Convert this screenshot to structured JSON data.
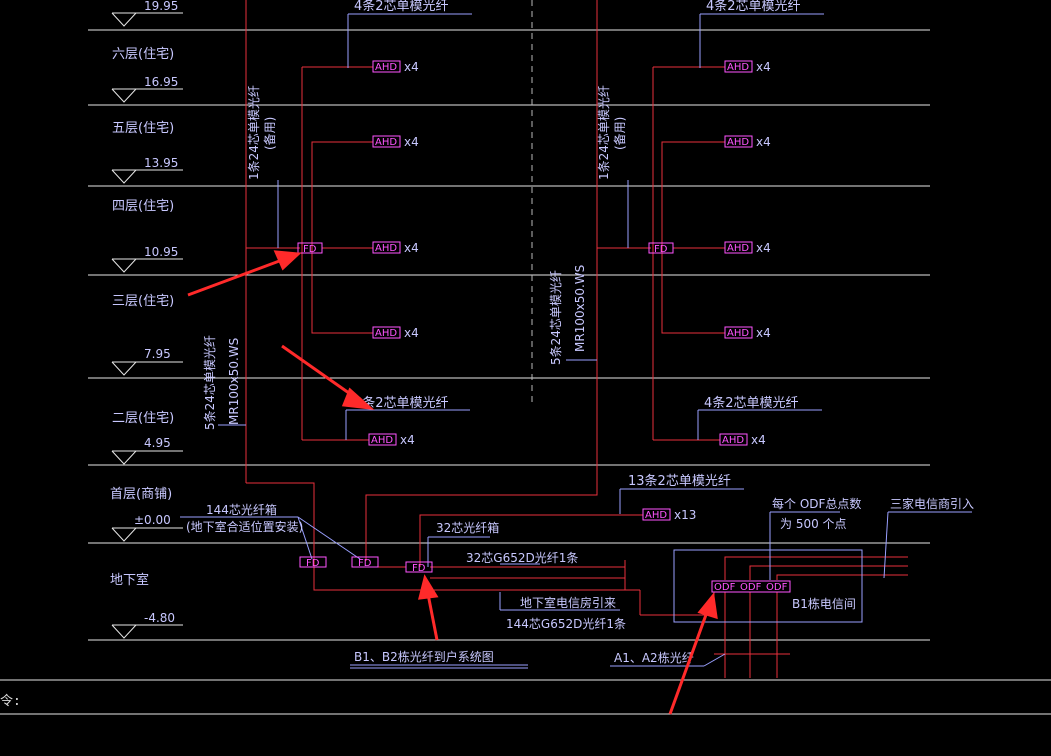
{
  "floors": [
    {
      "name": "",
      "elevation": "19.95"
    },
    {
      "name": "六层(住宅)",
      "elevation": "16.95"
    },
    {
      "name": "五层(住宅)",
      "elevation": "13.95"
    },
    {
      "name": "四层(住宅)",
      "elevation": "10.95"
    },
    {
      "name": "三层(住宅)",
      "elevation": "7.95"
    },
    {
      "name": "二层(住宅)",
      "elevation": "4.95"
    },
    {
      "name": "首层(商铺)",
      "elevation": "±0.00"
    },
    {
      "name": "地下室",
      "elevation": "-4.80"
    }
  ],
  "labels": {
    "riser_left": "1条24芯单模光纤",
    "riser_left_note": "(备用)",
    "riser_right": "1条24芯单模光纤",
    "riser_right_note": "(备用)",
    "trunk_left": "5条24芯单模光纤",
    "trunk_left_conduit": "MR100x50.WS",
    "trunk_mid": "5条24芯单模光纤",
    "trunk_mid_conduit": "MR100x50.WS",
    "top_left_fiber": "4条2芯单模光纤",
    "top_right_fiber": "4条2芯单模光纤",
    "mid_left_fiber": "4条2芯单模光纤",
    "mid_right_fiber": "4条2芯单模光纤",
    "fiber_13": "13条2芯单模光纤",
    "splice_144": "144芯光纤箱",
    "splice_144_note": "(地下室合适位置安装)",
    "splice_32": "32芯光纤箱",
    "g652_32": "32芯G652D光纤1条",
    "basement_room": "地下室电信房引来",
    "g652_144": "144芯G652D光纤1条",
    "odf_total": "每个 ODF总点数",
    "odf_count": "为 500 个点",
    "telecom_in": "三家电信商引入",
    "b1_room": "B1栋电信间",
    "a_fiber": "A1、A2栋光纤",
    "drawing_title": "B1、B2栋光纤到户系统图"
  },
  "tags": {
    "ahd": "AHD",
    "x4": "x4",
    "x13": "x13",
    "fd": "FD",
    "odf": "ODF"
  },
  "command_line": "令:"
}
